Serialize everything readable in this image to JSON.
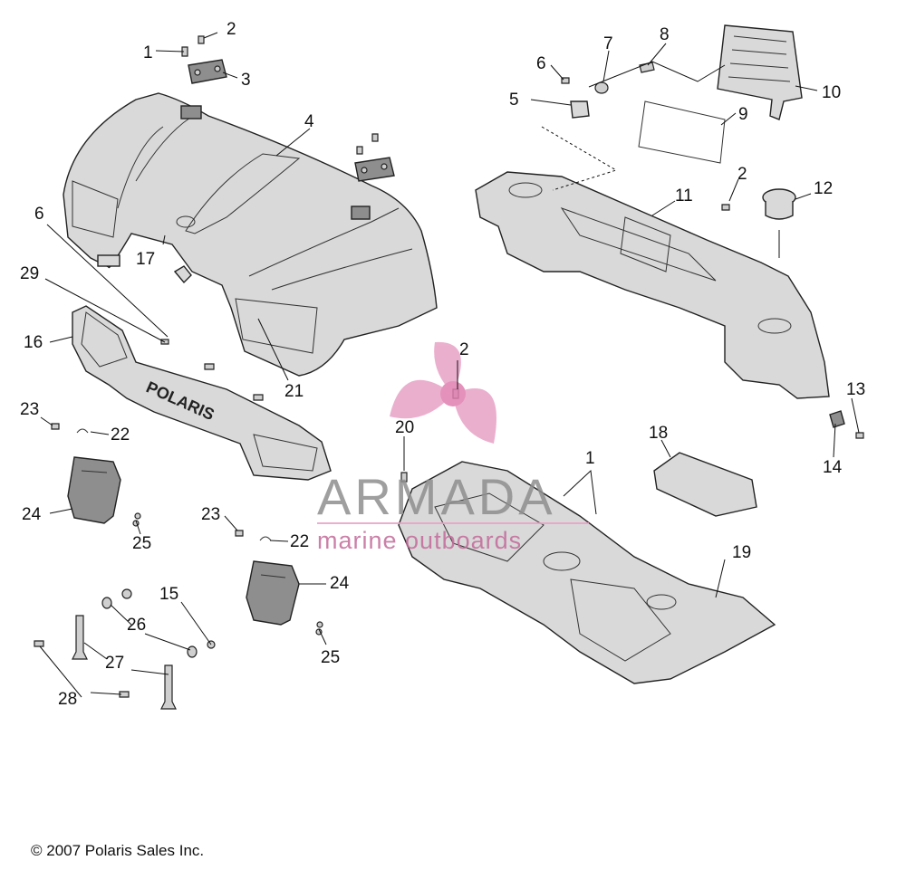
{
  "copyright": "© 2007 Polaris Sales Inc.",
  "watermark": {
    "name": "ARMADA",
    "tagline": "marine outboards",
    "accent_color": "#e88ab8",
    "logo_icon": "propeller-logo-icon"
  },
  "colors": {
    "ink": "#111111",
    "part_fill": "#d9d9d9",
    "part_dark": "#8e8e8e"
  },
  "callouts": [
    {
      "id": "c1a",
      "text": "1"
    },
    {
      "id": "c2a",
      "text": "2"
    },
    {
      "id": "c3",
      "text": "3"
    },
    {
      "id": "c4",
      "text": "4"
    },
    {
      "id": "c6a",
      "text": "6"
    },
    {
      "id": "c7",
      "text": "7"
    },
    {
      "id": "c8",
      "text": "8"
    },
    {
      "id": "c5",
      "text": "5"
    },
    {
      "id": "c9",
      "text": "9"
    },
    {
      "id": "c10",
      "text": "10"
    },
    {
      "id": "c2b",
      "text": "2"
    },
    {
      "id": "c11",
      "text": "11"
    },
    {
      "id": "c12",
      "text": "12"
    },
    {
      "id": "c6b",
      "text": "6"
    },
    {
      "id": "c29",
      "text": "29"
    },
    {
      "id": "c17",
      "text": "17"
    },
    {
      "id": "c16",
      "text": "16"
    },
    {
      "id": "c21",
      "text": "21"
    },
    {
      "id": "c2c",
      "text": "2"
    },
    {
      "id": "c13",
      "text": "13"
    },
    {
      "id": "c23a",
      "text": "23"
    },
    {
      "id": "c22a",
      "text": "22"
    },
    {
      "id": "c20",
      "text": "20"
    },
    {
      "id": "c14",
      "text": "14"
    },
    {
      "id": "c18",
      "text": "18"
    },
    {
      "id": "c1b",
      "text": "1"
    },
    {
      "id": "c24a",
      "text": "24"
    },
    {
      "id": "c25a",
      "text": "25"
    },
    {
      "id": "c23b",
      "text": "23"
    },
    {
      "id": "c22b",
      "text": "22"
    },
    {
      "id": "c19",
      "text": "19"
    },
    {
      "id": "c24b",
      "text": "24"
    },
    {
      "id": "c15",
      "text": "15"
    },
    {
      "id": "c26",
      "text": "26"
    },
    {
      "id": "c27",
      "text": "27"
    },
    {
      "id": "c25b",
      "text": "25"
    },
    {
      "id": "c28",
      "text": "28"
    }
  ],
  "parts": {
    "hood": "hood-panel",
    "fascia_logo": "POLARIS",
    "rear_rack": "rear-cargo-body",
    "floor": "floor-pan"
  }
}
